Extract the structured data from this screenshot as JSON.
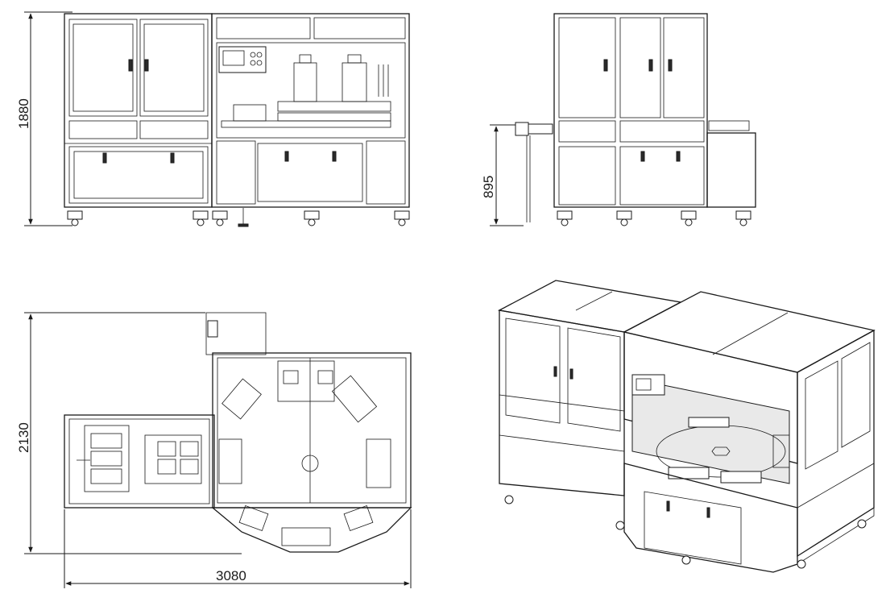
{
  "dimensions": {
    "front_height": "1880",
    "side_height": "895",
    "top_depth": "2130",
    "top_width": "3080"
  },
  "colors": {
    "line": "#1a1a1a",
    "background": "#ffffff",
    "panel_fill": "#e9e9e9"
  }
}
